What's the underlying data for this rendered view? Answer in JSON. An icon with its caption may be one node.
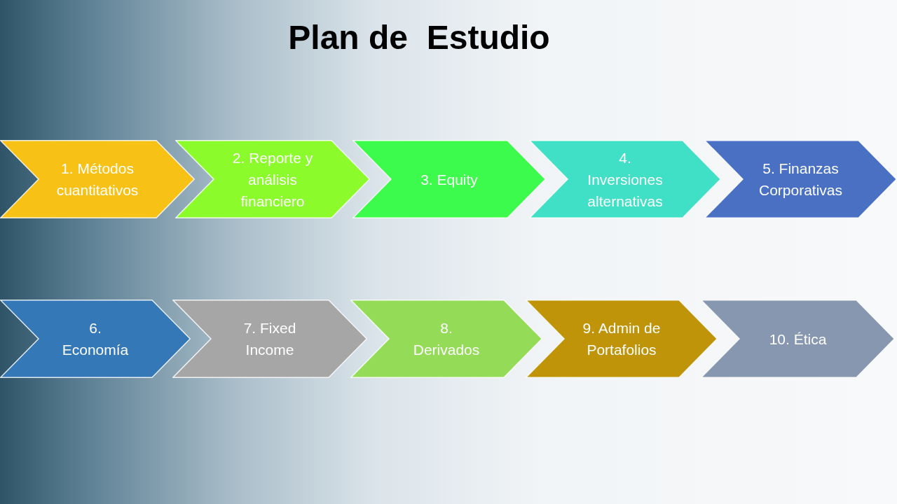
{
  "diagram": {
    "title": "Plan de  Estudio",
    "nodes": [
      {
        "text": [
          "1. Métodos cuantitativos"
        ]
      },
      {
        "text": [
          "2. Reporte y análisis financiero"
        ]
      },
      {
        "text": [
          "3. Equity"
        ]
      },
      {
        "text": [
          "4. Inversiones alternativas"
        ]
      },
      {
        "text": [
          "5. Finanzas Corporativas"
        ]
      },
      {
        "text": [
          "6. Economía"
        ]
      },
      {
        "text": [
          "7. Fixed Income"
        ]
      },
      {
        "text": [
          "8. Derivados"
        ]
      },
      {
        "text": [
          "9. Admin de Portafolios"
        ]
      },
      {
        "text": [
          "10. Ética"
        ]
      }
    ]
  }
}
